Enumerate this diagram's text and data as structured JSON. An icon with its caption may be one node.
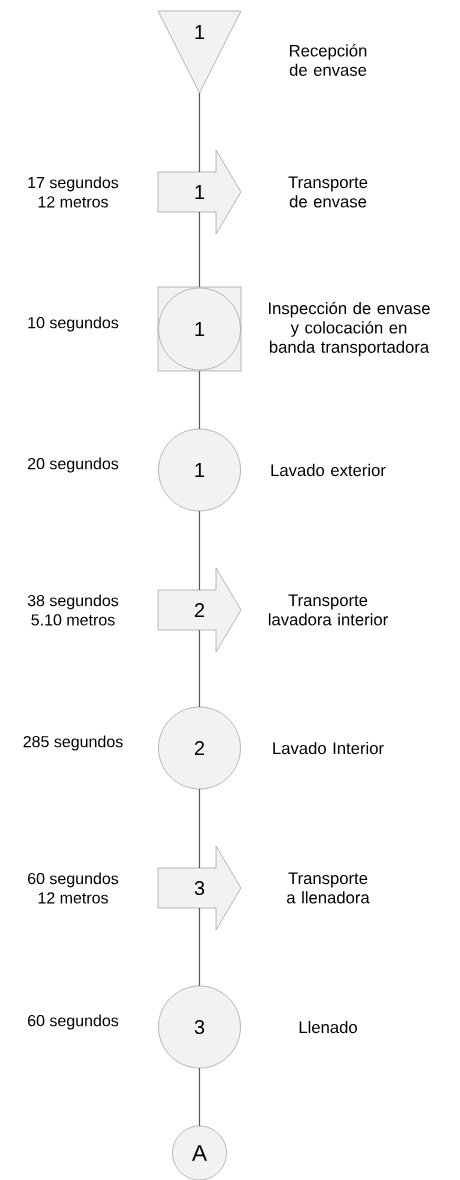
{
  "diagram": {
    "nodes": [
      {
        "text": [
          "1"
        ],
        "beside": [
          "Recepción de envase"
        ]
      },
      {
        "text": [
          "1"
        ],
        "beside": [
          "Transporte de envase",
          "17 segundos",
          "12 metros"
        ]
      },
      {
        "text": [
          "1"
        ],
        "beside": [
          "Inspección de envase y colocación en banda transportadora",
          "10 segundos"
        ]
      },
      {
        "text": [
          "1"
        ],
        "beside": [
          "Lavado exterior",
          "20 segundos"
        ]
      },
      {
        "text": [
          "2"
        ],
        "beside": [
          "Transporte lavadora interior",
          "38 segundos",
          "5.10 metros"
        ]
      },
      {
        "text": [
          "2"
        ],
        "beside": [
          "Lavado Interior",
          "285 segundos"
        ]
      },
      {
        "text": [
          "3"
        ],
        "beside": [
          "Transporte a llenadora",
          "60 segundos",
          "12 metros"
        ]
      },
      {
        "text": [
          "3"
        ],
        "beside": [
          "Llenado",
          "60 segundos"
        ]
      },
      {
        "text": [
          "A"
        ]
      }
    ],
    "edges": [
      {
        "from": 0,
        "to": 1,
        "arrow": "none"
      },
      {
        "from": 1,
        "to": 2,
        "arrow": "none"
      },
      {
        "from": 2,
        "to": 3,
        "arrow": "none"
      },
      {
        "from": 3,
        "to": 4,
        "arrow": "none"
      },
      {
        "from": 4,
        "to": 5,
        "arrow": "none"
      },
      {
        "from": 5,
        "to": 6,
        "arrow": "none"
      },
      {
        "from": 6,
        "to": 7,
        "arrow": "none"
      },
      {
        "from": 7,
        "to": 8,
        "arrow": "none"
      }
    ]
  }
}
